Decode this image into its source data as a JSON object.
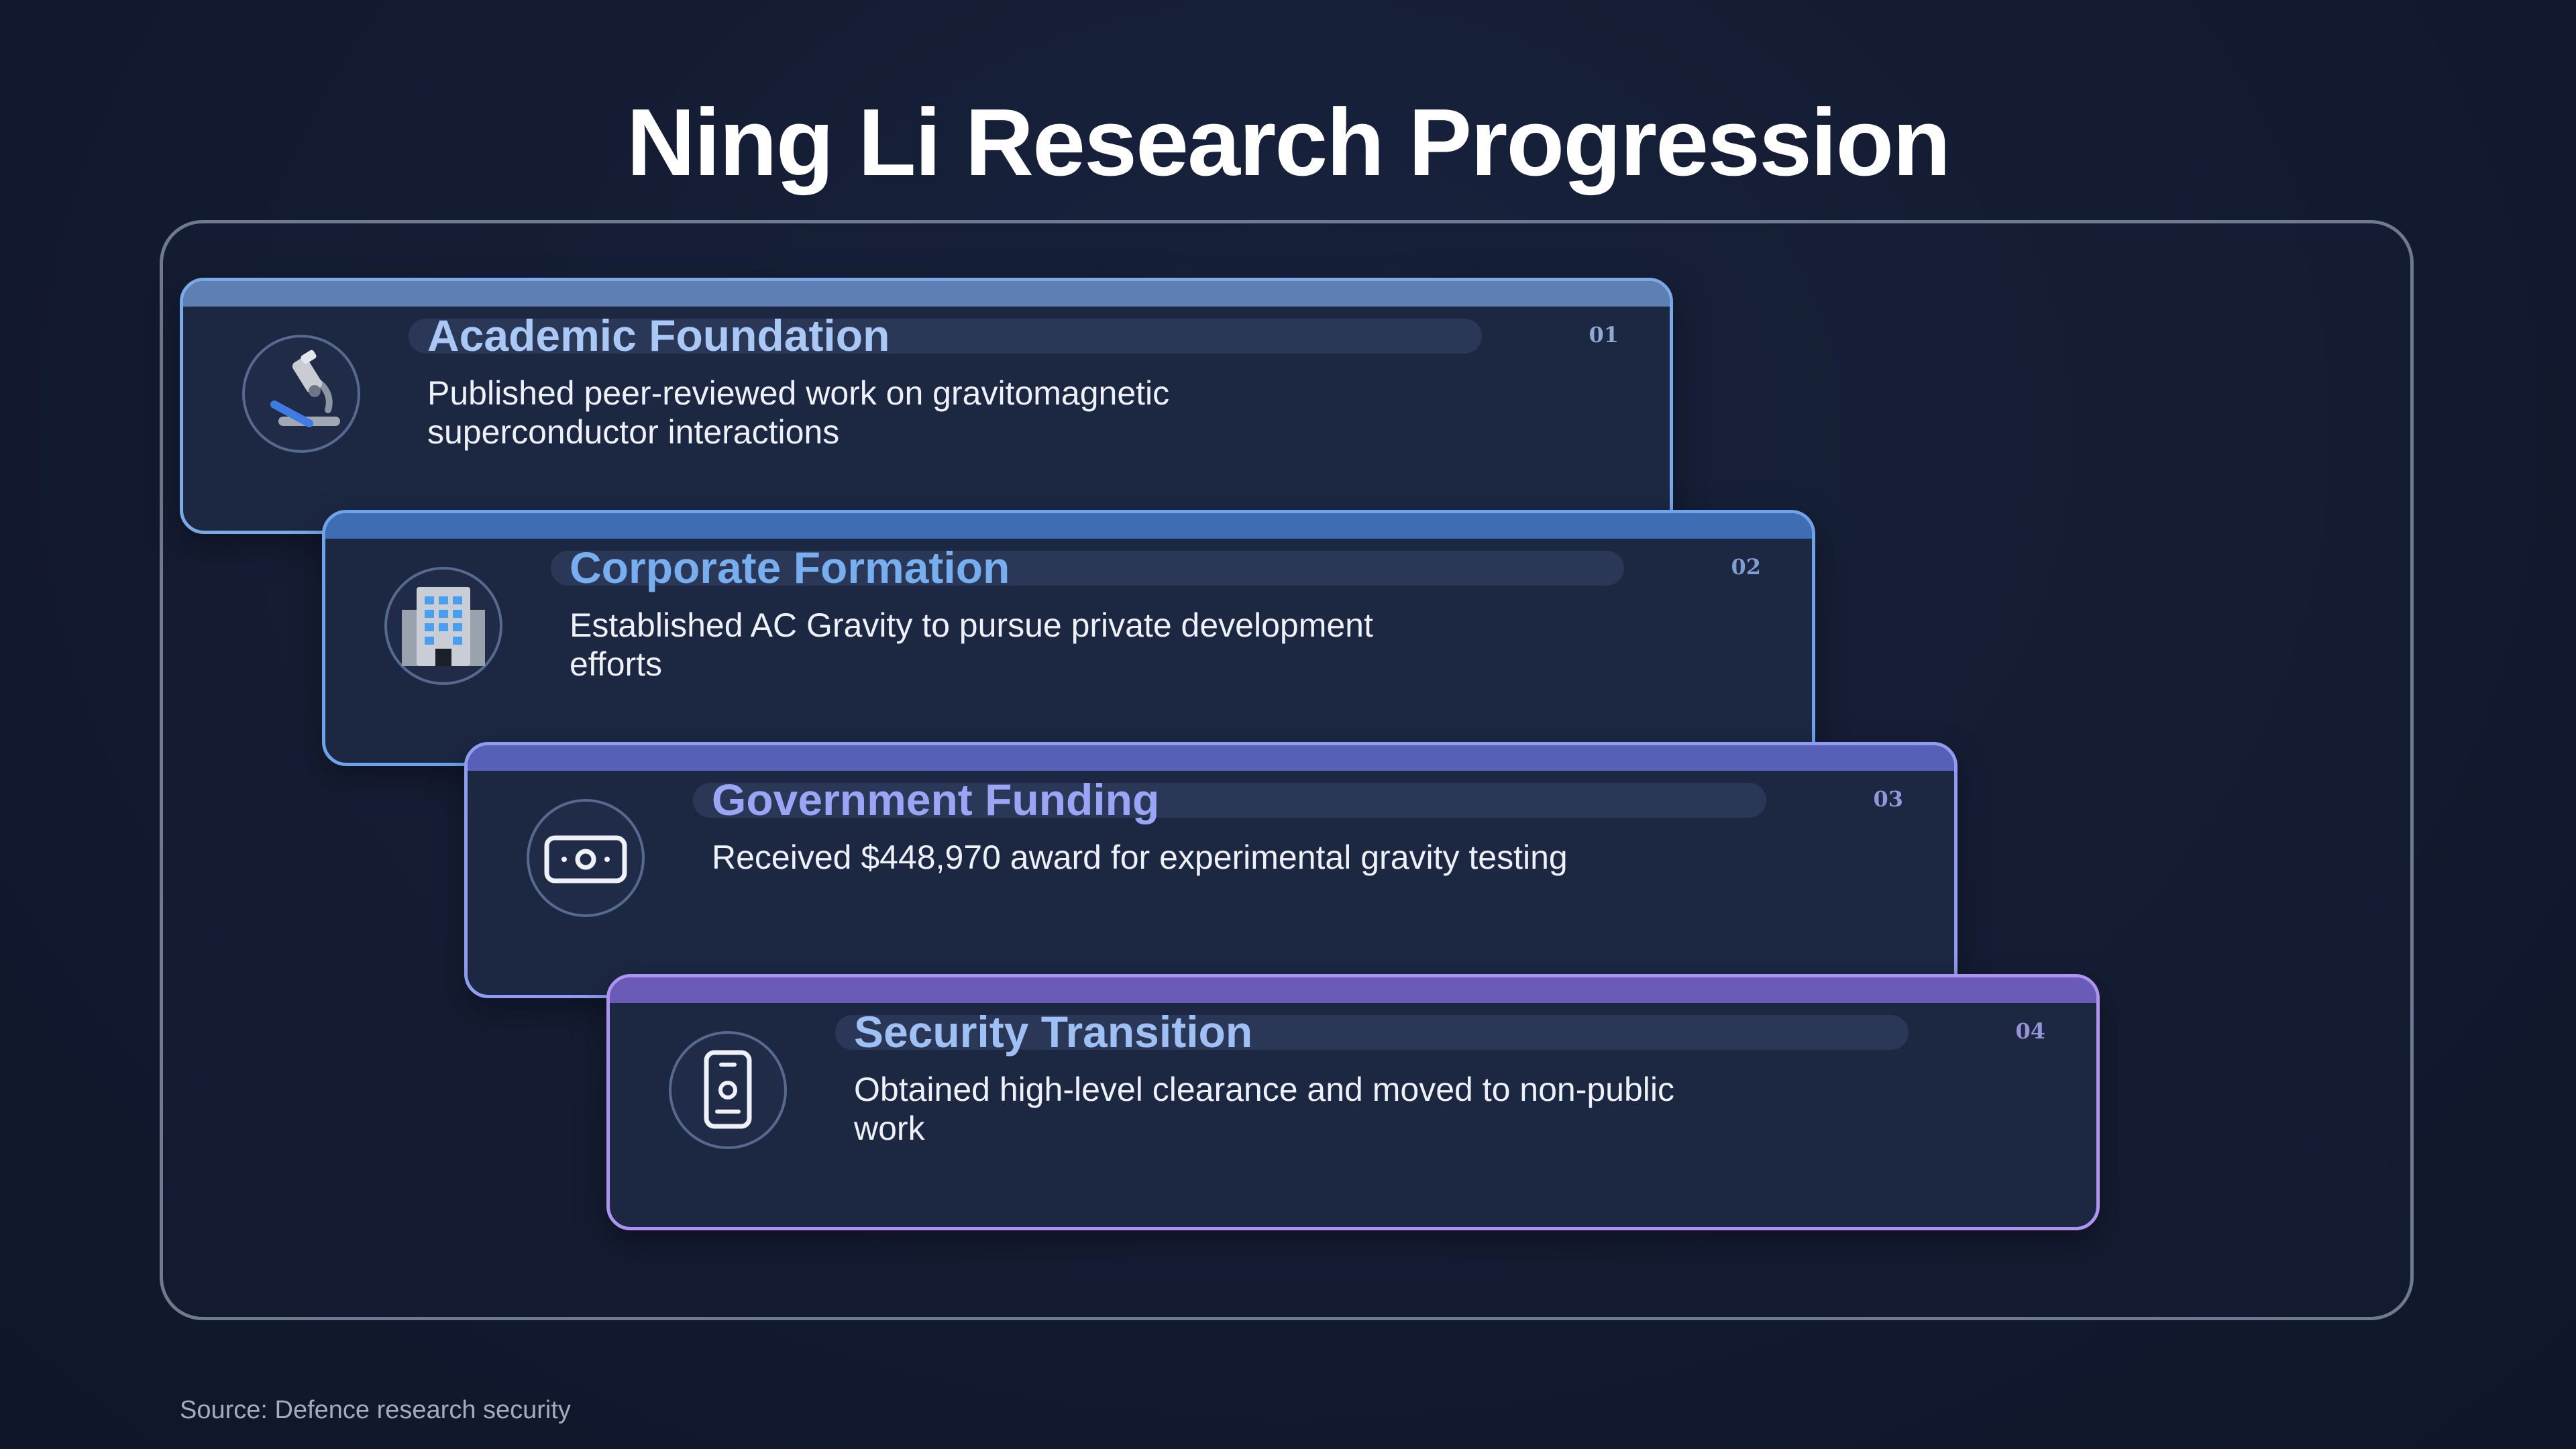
{
  "title": "Ning Li Research Progression",
  "steps": [
    {
      "number": "01",
      "heading": "Academic Foundation",
      "description": "Published peer-reviewed work on gravitomagnetic superconductor interactions",
      "icon": "microscope-icon"
    },
    {
      "number": "02",
      "heading": "Corporate Formation",
      "description": "Established AC Gravity to pursue private development efforts",
      "icon": "office-building-icon"
    },
    {
      "number": "03",
      "heading": "Government Funding",
      "description": "Received $448,970 award for experimental gravity testing",
      "icon": "banknote-icon"
    },
    {
      "number": "04",
      "heading": "Security Transition",
      "description": "Obtained high-level clearance and moved to non-public work",
      "icon": "id-badge-icon"
    }
  ],
  "source": "Source: Defence research security",
  "colors": {
    "background": "#141c33",
    "step_1_accent": "#a9c8f5",
    "step_2_accent": "#77aef0",
    "step_3_accent": "#9ba5f5",
    "step_4_accent": "#ae93ef"
  }
}
